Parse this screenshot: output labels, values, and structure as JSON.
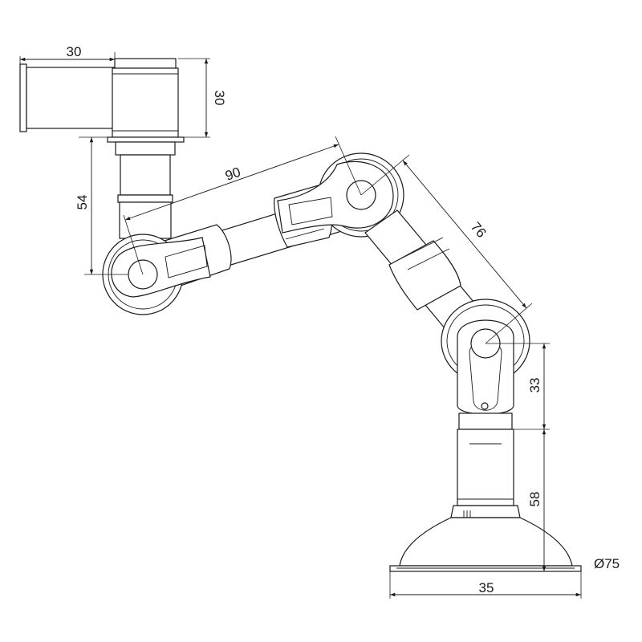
{
  "dimensions": {
    "clamp_width": "30",
    "clamp_height": "30",
    "upper_post": "54",
    "first_arm": "90",
    "second_arm": "76",
    "lower_joint": "33",
    "base_post": "58",
    "suction_diameter": "Ø75",
    "base_width": "35"
  }
}
